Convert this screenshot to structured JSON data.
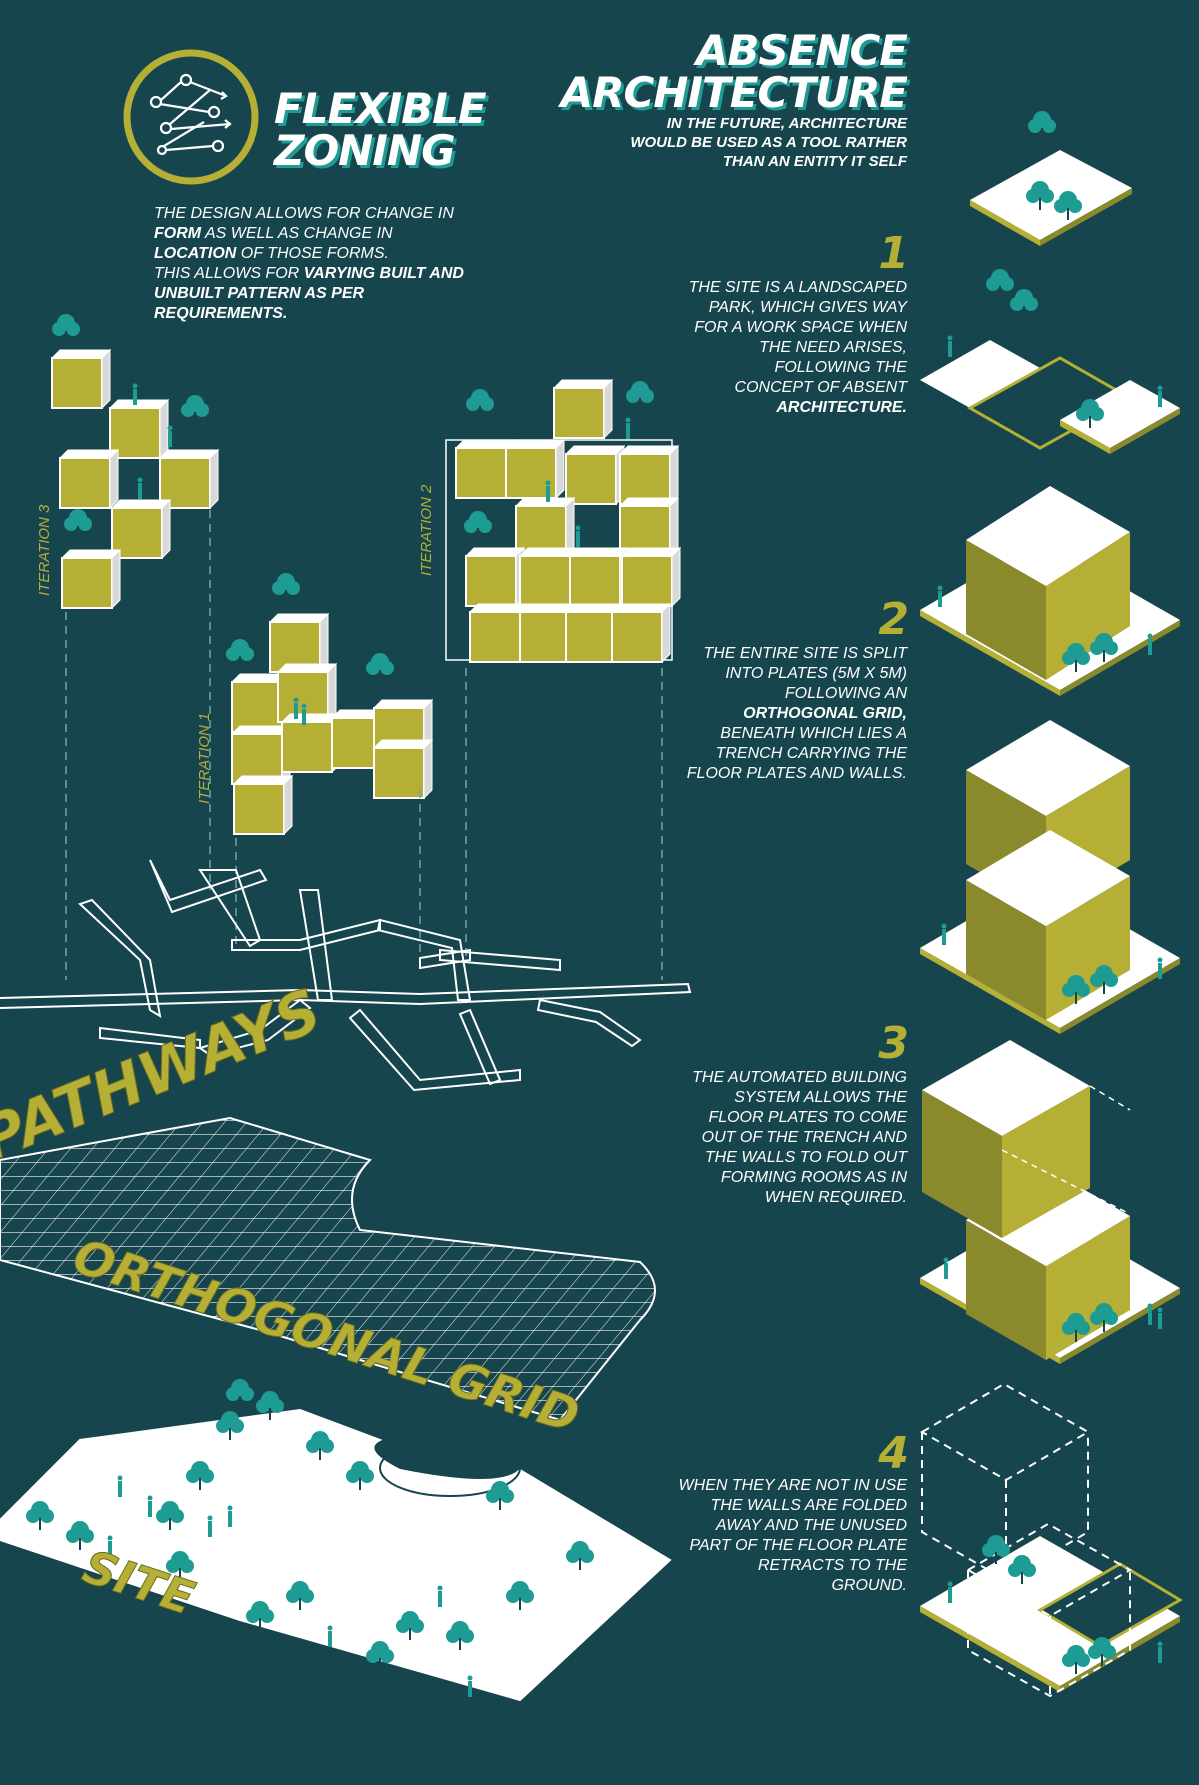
{
  "colors": {
    "background": "#17454d",
    "olive": "#b5b035",
    "olive_dark": "#8a8a2c",
    "teal": "#1e9c94",
    "white": "#ffffff"
  },
  "logo": {
    "icon": "flow-network-icon"
  },
  "flexible_zoning": {
    "title_line1": "FLEXIBLE",
    "title_line2": "ZONING",
    "desc": [
      {
        "text": "THE DESIGN ALLOWS FOR CHANGE IN",
        "bold": false
      },
      {
        "text": "FORM",
        "bold": true
      },
      {
        "text": " AS WELL AS CHANGE IN",
        "bold": false
      },
      {
        "text": "LOCATION",
        "bold": true
      },
      {
        "text": " OF THOSE FORMS.",
        "bold": false
      },
      {
        "text": "THIS ALLOWS FOR ",
        "bold": false
      },
      {
        "text": "VARYING BUILT AND",
        "bold": true
      },
      {
        "text": "UNBUILT PATTERN AS PER",
        "bold": true
      },
      {
        "text": "REQUIREMENTS.",
        "bold": true
      }
    ]
  },
  "absence": {
    "title_line1": "ABSENCE",
    "title_line2": "ARCHITECTURE",
    "sub_line1": "IN THE FUTURE, ARCHITECTURE",
    "sub_line2": "WOULD BE USED AS A TOOL RATHER",
    "sub_line3": "THAN AN ENTITY IT SELF"
  },
  "steps": [
    {
      "number": "1",
      "lines": [
        "THE SITE IS A LANDSCAPED",
        "PARK, WHICH GIVES WAY",
        "FOR A WORK SPACE WHEN",
        "THE NEED ARISES,",
        "FOLLOWING THE",
        "CONCEPT OF ABSENT",
        "ARCHITECTURE."
      ]
    },
    {
      "number": "2",
      "lines": [
        "THE ENTIRE SITE IS SPLIT",
        "INTO PLATES (5M X 5M)",
        "FOLLOWING AN",
        "ORTHOGONAL GRID,",
        "BENEATH WHICH LIES A",
        "TRENCH CARRYING THE",
        "FLOOR PLATES AND WALLS."
      ]
    },
    {
      "number": "3",
      "lines": [
        "THE AUTOMATED BUILDING",
        "SYSTEM ALLOWS THE",
        "FLOOR PLATES TO COME",
        "OUT OF THE TRENCH AND",
        "THE WALLS TO FOLD OUT",
        "FORMING ROOMS AS IN",
        "WHEN REQUIRED."
      ]
    },
    {
      "number": "4",
      "lines": [
        "WHEN THEY ARE NOT IN USE",
        "THE WALLS ARE FOLDED",
        "AWAY AND THE UNUSED",
        "PART OF THE FLOOR PLATE",
        "RETRACTS TO THE",
        "GROUND."
      ]
    }
  ],
  "iterations": {
    "iteration1": "ITERATION 1",
    "iteration2": "ITERATION 2",
    "iteration3": "ITERATION 3"
  },
  "layers": {
    "pathways": "PATHWAYS",
    "grid": "ORTHOGONAL GRID",
    "site": "SITE"
  }
}
